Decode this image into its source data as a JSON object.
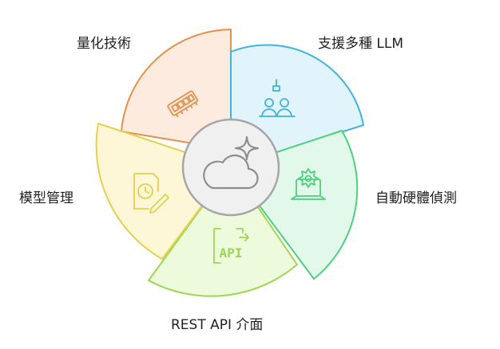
{
  "segments": [
    {
      "id": "quant",
      "label": "量化技術",
      "fill": "#fdebe0",
      "stroke": "#e0924a",
      "icon": "memory-chip-icon"
    },
    {
      "id": "llm",
      "label": "支援多種 LLM",
      "fill": "#e2f4fb",
      "stroke": "#3fb3dc",
      "icon": "team-collaboration-icon"
    },
    {
      "id": "hw",
      "label": "自動硬體偵測",
      "fill": "#e2f8ea",
      "stroke": "#4fcf7e",
      "icon": "laptop-gear-icon"
    },
    {
      "id": "rest",
      "label": "REST API 介面",
      "fill": "#eefadc",
      "stroke": "#9ed654",
      "icon": "api-icon",
      "icon_text": "API"
    },
    {
      "id": "model",
      "label": "模型管理",
      "fill": "#fdf7d8",
      "stroke": "#e6cf4a",
      "icon": "document-clock-icon"
    }
  ],
  "center": {
    "icon": "cloud-sparkle-icon",
    "fill": "#f0f0f0",
    "stroke": "#a6a6a6"
  }
}
